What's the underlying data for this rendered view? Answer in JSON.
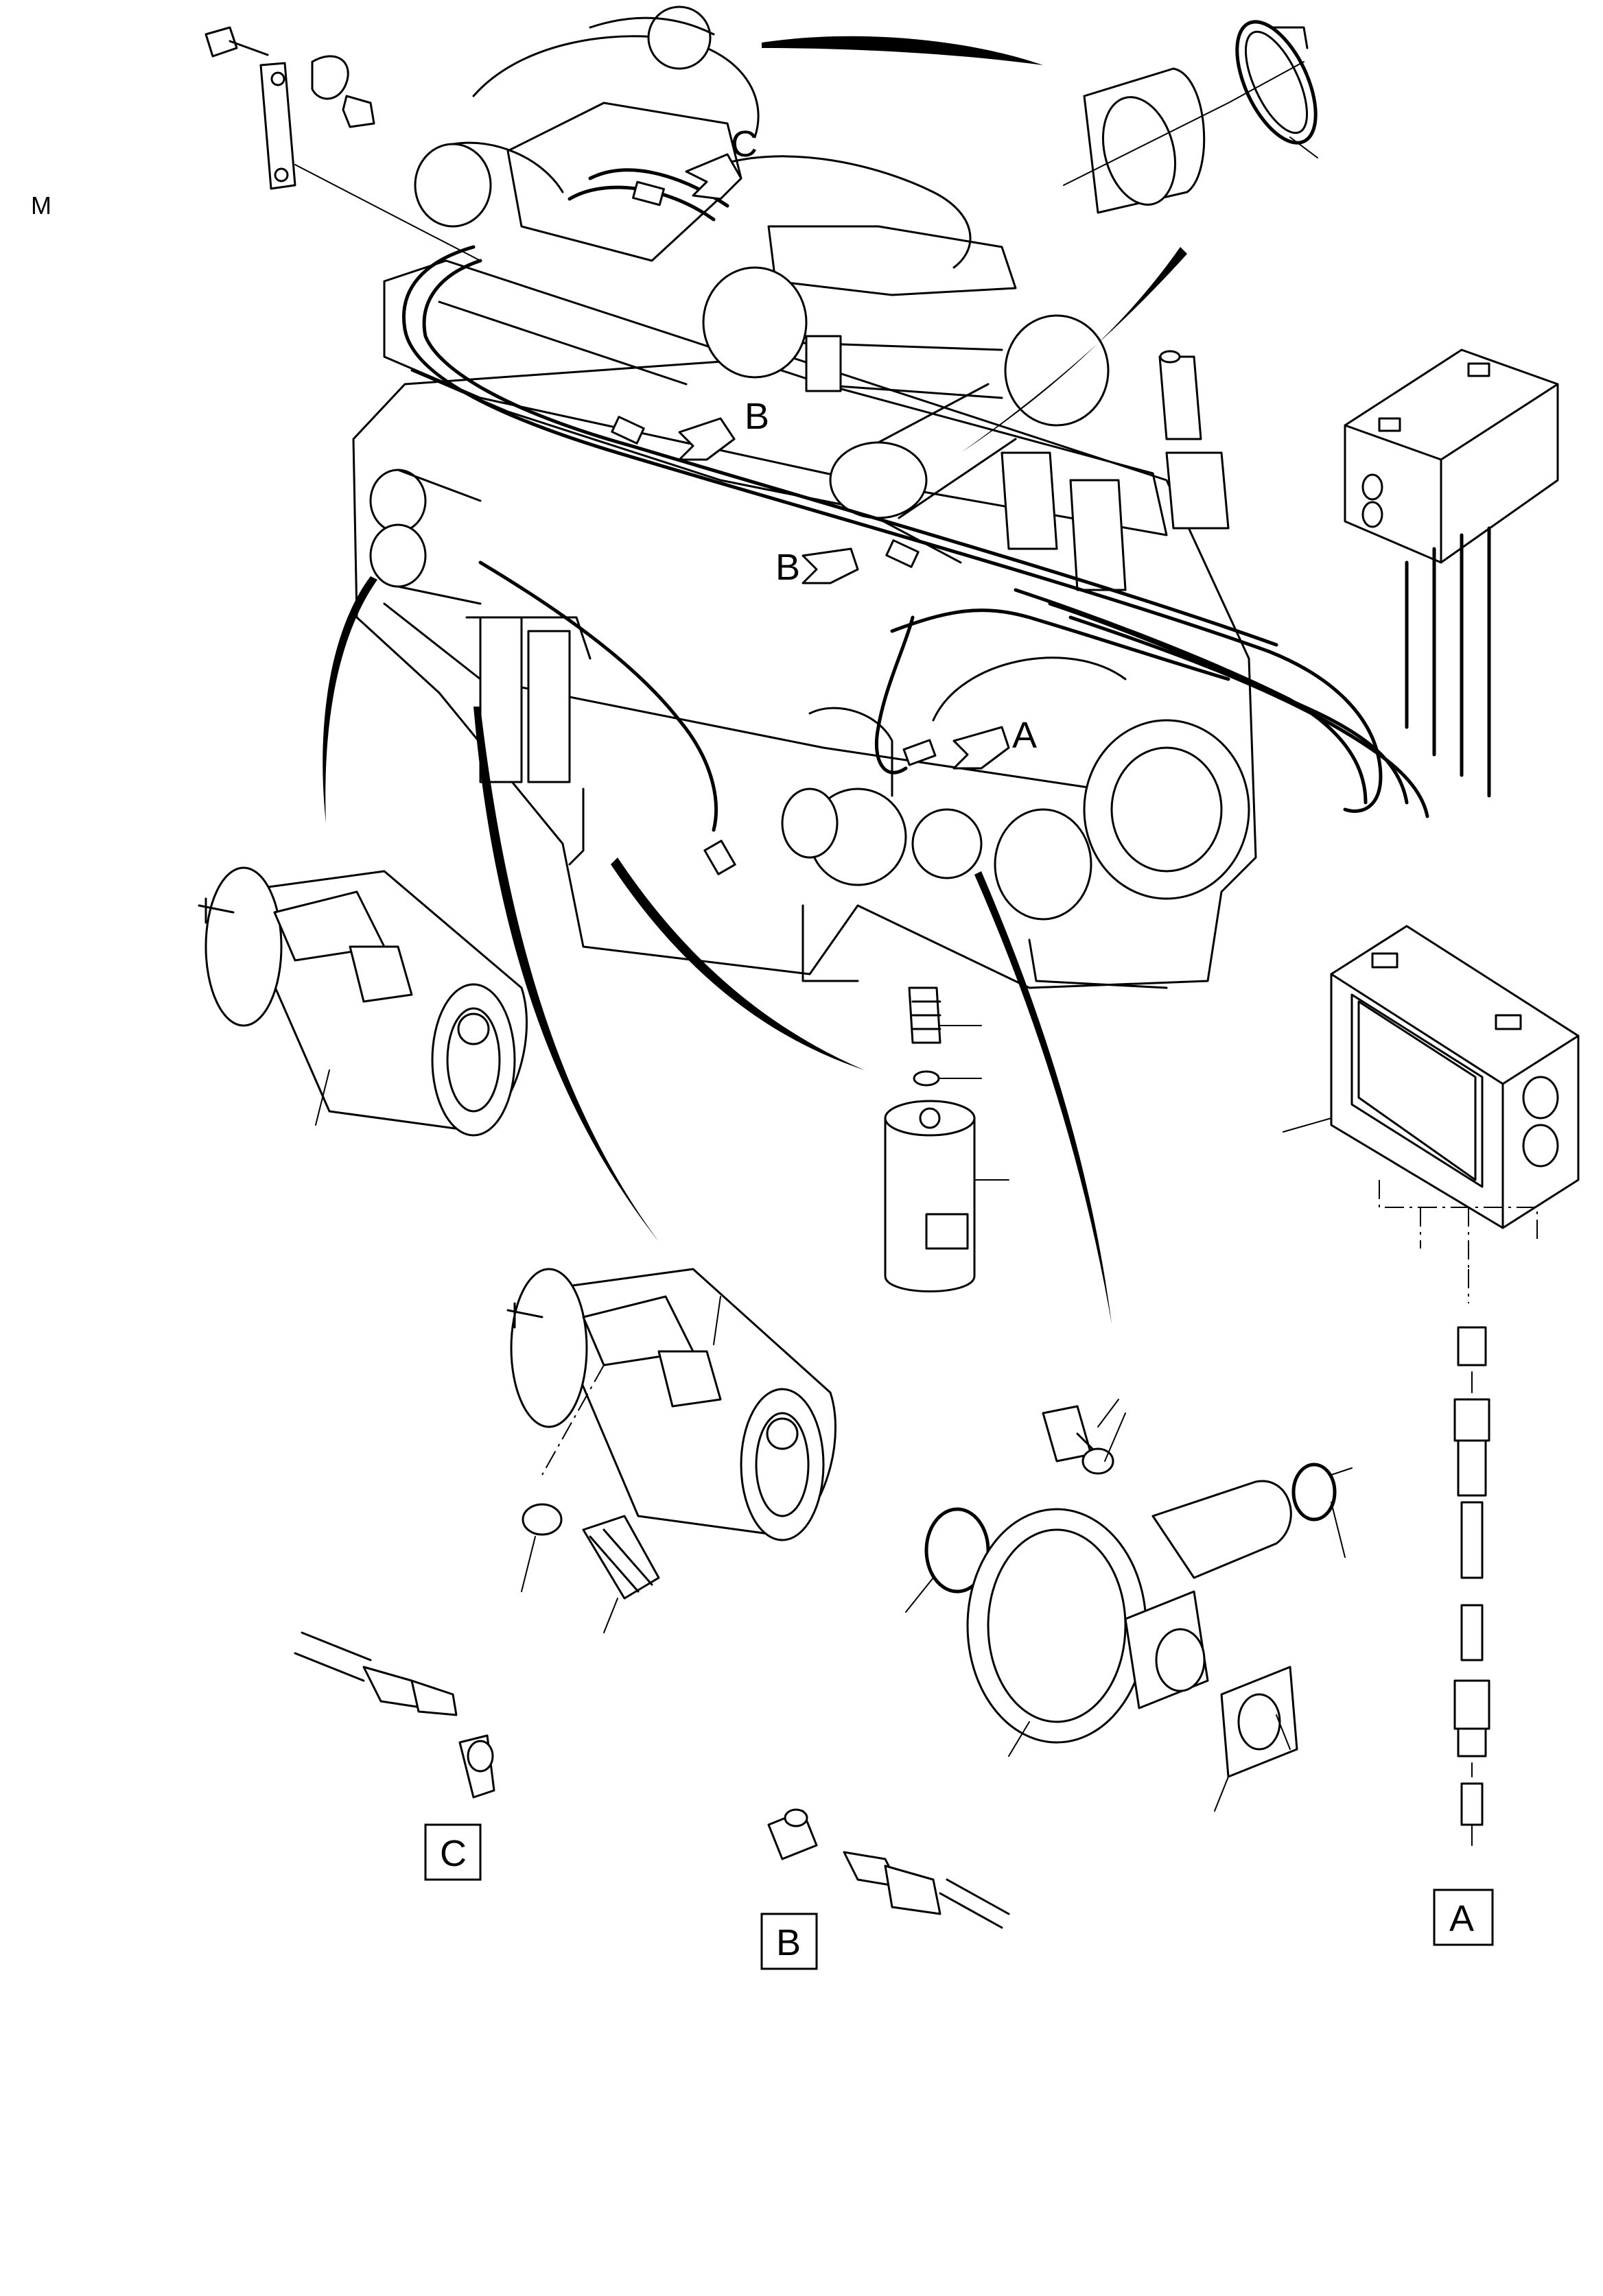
{
  "sheet_tag": "M",
  "callouts": {
    "engine_a": "A",
    "engine_b_upper": "B",
    "engine_b_lower": "B",
    "engine_c": "C"
  },
  "detail_boxes": {
    "a": "A",
    "b": "B",
    "c": "C"
  }
}
